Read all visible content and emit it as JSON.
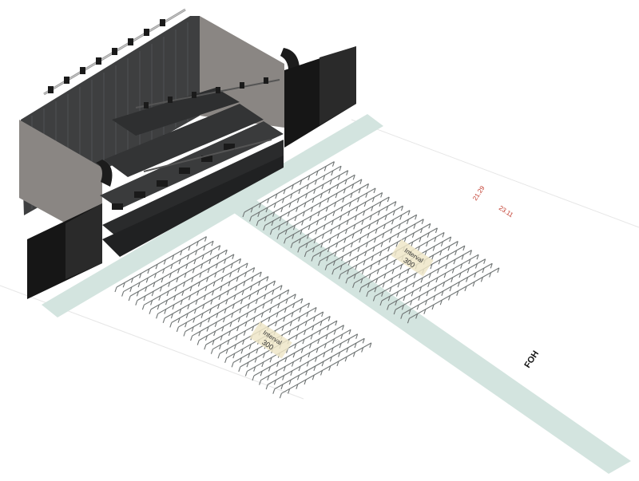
{
  "labels": {
    "foh": "FOH",
    "block_left_name": "Interval",
    "block_left_count": "300",
    "block_right_name": "Interval",
    "block_right_count": "300",
    "dim_a": "23.11",
    "dim_b": "21.29"
  },
  "seating": {
    "blocks": 2,
    "seats_per_block": 300
  },
  "colors": {
    "aisle": "#d3e4df",
    "stage_dark": "#3e3f40",
    "stage_wall": "#8a8683",
    "curtain": "#161616",
    "chair": "#6f7474",
    "dimension_text": "#c0392b"
  }
}
